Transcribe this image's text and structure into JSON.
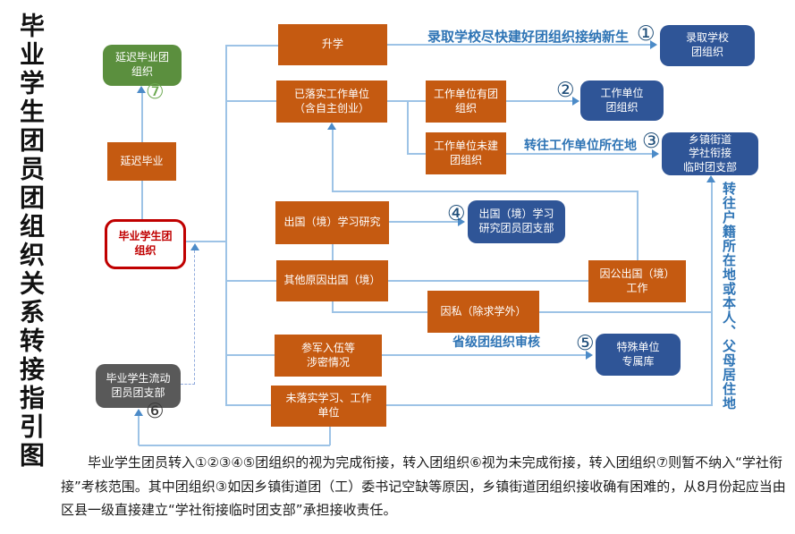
{
  "title": "毕业学生团员团组织关系转接指引图",
  "nodes": {
    "yanchi_tuan": {
      "label": "延迟毕业团\n组织"
    },
    "yanchi": {
      "label": "延迟毕业"
    },
    "biye_tuan": {
      "label": "毕业学生团\n组织"
    },
    "liudong": {
      "label": "毕业学生流动\n团员团支部"
    },
    "shengxue": {
      "label": "升学"
    },
    "yiluoshi": {
      "label": "已落实工作单位\n（含自主创业）"
    },
    "youtuan": {
      "label": "工作单位有团\n组织"
    },
    "weijian": {
      "label": "工作单位未建\n团组织"
    },
    "luqu": {
      "label": "录取学校\n团组织"
    },
    "gongzuo_tuan": {
      "label": "工作单位\n团组织"
    },
    "xiangzhen": {
      "label": "乡镇街道\n学社衔接\n临时团支部"
    },
    "chuguo_xuexi": {
      "label": "出国（境）学习研究"
    },
    "chuguo_zhibu": {
      "label": "出国（境）学习\n研究团员团支部"
    },
    "qita_chuguo": {
      "label": "其他原因出国（境）"
    },
    "yingong": {
      "label": "因公出国（境）\n工作"
    },
    "yinsi": {
      "label": "因私（除求学外）"
    },
    "canjun": {
      "label": "参军入伍等\n涉密情况"
    },
    "weiluoshi": {
      "label": "未落实学习、工作\n单位"
    },
    "teshu": {
      "label": "特殊单位\n专属库"
    }
  },
  "edge_labels": {
    "luqu_new": "录取学校尽快建好团组织接纳新生",
    "zhuan_work": "转往工作单位所在地",
    "shengji_audit": "省级团组织审核",
    "zhuan_huji": "转往户籍所在地或本人、父母居住地"
  },
  "badges": {
    "n1": "①",
    "n2": "②",
    "n3": "③",
    "n4": "④",
    "n5": "⑤",
    "n6": "⑥",
    "n7": "⑦"
  },
  "footnote": "毕业学生团员转入①②③④⑤团组织的视为完成衔接，转入团组织⑥视为未完成衔接，转入团组织⑦则暂不纳入“学社衔接”考核范围。其中团组织③如因乡镇街道团（工）委书记空缺等原因，乡镇街道团组织接收确有困难的，从8月份起应当由区县一级直接建立“学社衔接临时团支部”承担接收责任。",
  "colors": {
    "orange": "#C55A11",
    "blue": "#2F5597",
    "green": "#5B8F3E",
    "gray": "#595959",
    "red": "#C00000",
    "line": "#9DC3E6",
    "arrow": "#4C8BC8",
    "label_blue": "#2E74B5"
  }
}
